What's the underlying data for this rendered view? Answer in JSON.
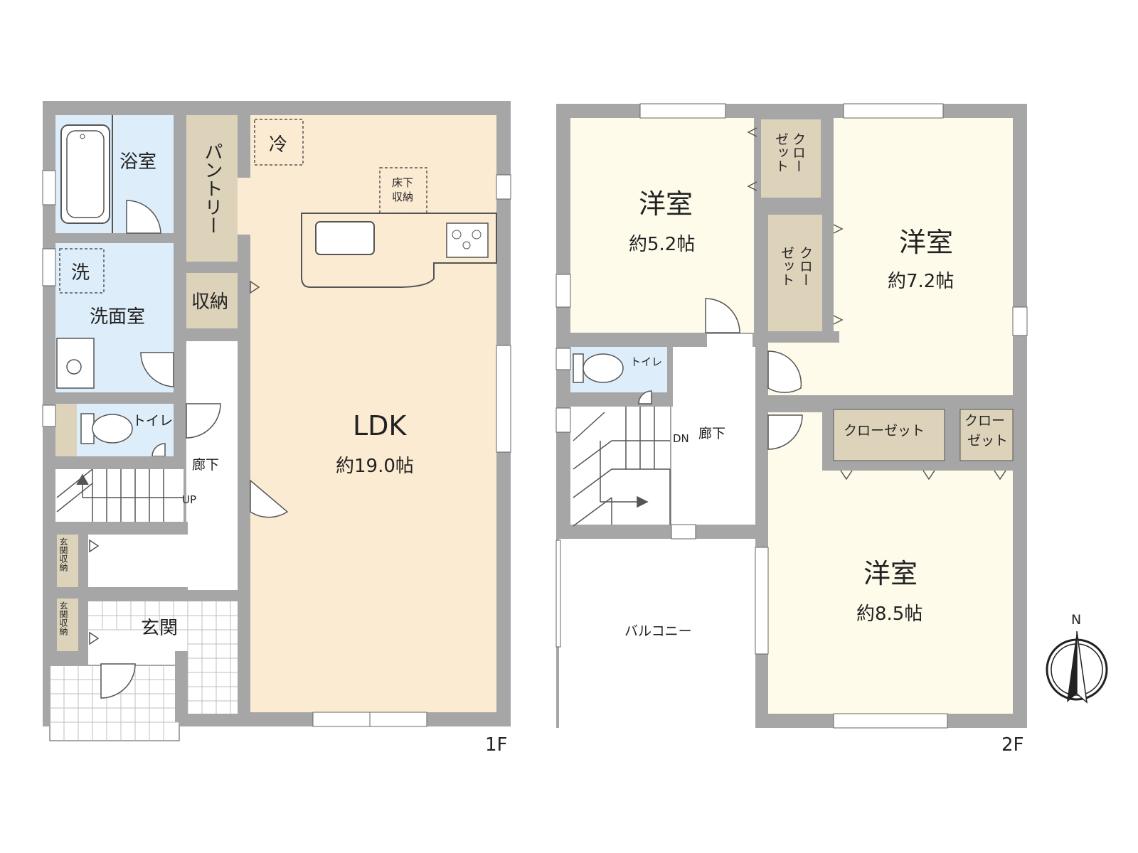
{
  "floor1": {
    "floor_label": "1F",
    "bath": "浴室",
    "pantry": "パントリー",
    "fridge": "冷",
    "underfloor": [
      "床下",
      "収納"
    ],
    "washer": "洗",
    "washroom": "洗面室",
    "storage": "収納",
    "toilet": "トイレ",
    "hall": "廊下",
    "stairs_up": "UP",
    "ldk_name": "LDK",
    "ldk_size": "約19.0帖",
    "entry_storage": "玄関収納",
    "entrance": "玄関"
  },
  "floor2": {
    "floor_label": "2F",
    "room_a_name": "洋室",
    "room_a_size": "約5.2帖",
    "room_b_name": "洋室",
    "room_b_size": "約7.2帖",
    "room_c_name": "洋室",
    "room_c_size": "約8.5帖",
    "closet_a": [
      "クロー",
      "ゼット"
    ],
    "closet_b": [
      "クロー",
      "ゼット"
    ],
    "closet_c": "クローゼット",
    "closet_d": [
      "クロー",
      "ゼット"
    ],
    "toilet": "トイレ",
    "stairs_down": "DN",
    "hall": "廊下",
    "balcony": "バルコニー"
  },
  "compass": {
    "north": "N"
  },
  "colors": {
    "wall": "#a6a6a6",
    "wall_dark": "#8c8c8c",
    "wet": "#ddeefa",
    "ldk": "#fcebd3",
    "room2": "#fffbeb",
    "storage": "#ddd3ba",
    "white": "#ffffff"
  }
}
